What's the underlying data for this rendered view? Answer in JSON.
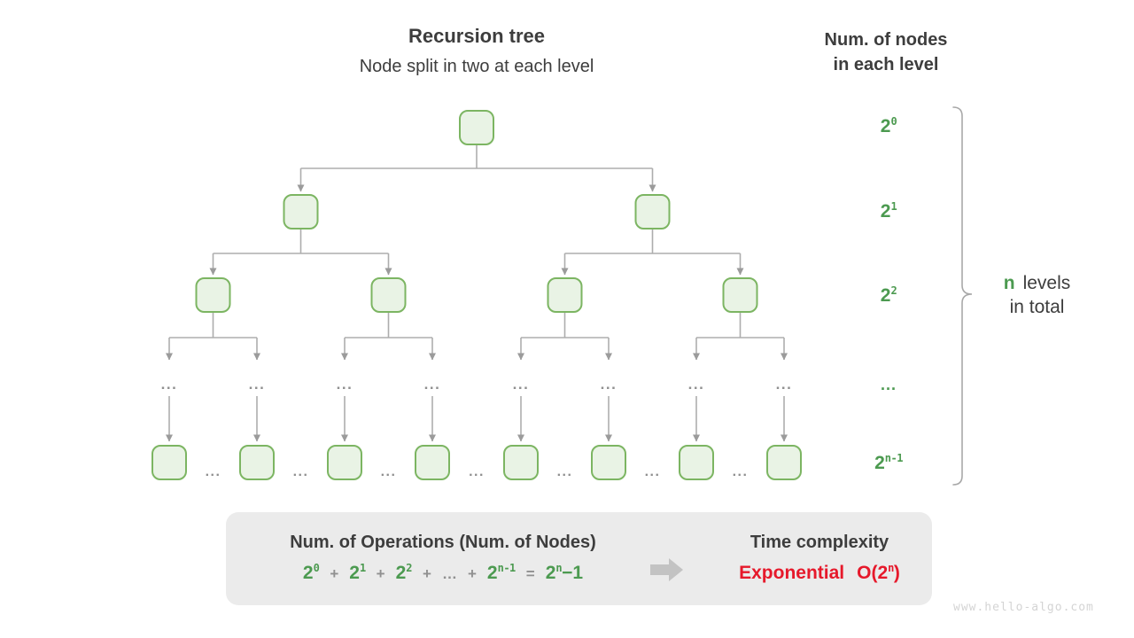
{
  "colors": {
    "green": "#4c9a50",
    "red": "#e6192b",
    "node_fill": "#e9f3e5",
    "node_border": "#7cb562",
    "line": "#adadad",
    "arrow": "#9b9b9b",
    "dots": "#8f8f8f",
    "dark": "#3d3d3d",
    "box_bg": "#ebebeb",
    "op_gray": "#909090",
    "block_arrow": "#c3c3c3",
    "brace": "#a8a8a8",
    "watermark": "#d4d4d4"
  },
  "header": {
    "title": "Recursion tree",
    "subtitle": "Node split in two at each level"
  },
  "right_header": {
    "line1": "Num. of nodes",
    "line2": "in each level"
  },
  "tree": {
    "ellipsis": "..."
  },
  "level_labels": [
    {
      "base": "2",
      "exp": "0"
    },
    {
      "base": "2",
      "exp": "1"
    },
    {
      "base": "2",
      "exp": "2"
    },
    {
      "ellipsis": "..."
    },
    {
      "base": "2",
      "exp": "n-1"
    }
  ],
  "brace_label": {
    "n": "n",
    "line1_rest": "levels",
    "line2": "in total"
  },
  "summary_box": {
    "ops_title": "Num. of Operations (Num. of Nodes)",
    "formula_tokens": [
      {
        "base": "2",
        "exp": "0"
      },
      {
        "text": "+"
      },
      {
        "base": "2",
        "exp": "1"
      },
      {
        "text": "+"
      },
      {
        "base": "2",
        "exp": "2"
      },
      {
        "text": "+"
      },
      {
        "text": "…"
      },
      {
        "text": "+"
      },
      {
        "base": "2",
        "exp": "n-1"
      },
      {
        "text": "="
      },
      {
        "base": "2",
        "exp": "n",
        "suffix": "−1"
      }
    ],
    "time_title": "Time complexity",
    "complexity_word": "Exponential",
    "big_o": {
      "pre": "O(2",
      "exp": "n",
      "post": ")"
    }
  },
  "watermark": "www.hello-algo.com"
}
